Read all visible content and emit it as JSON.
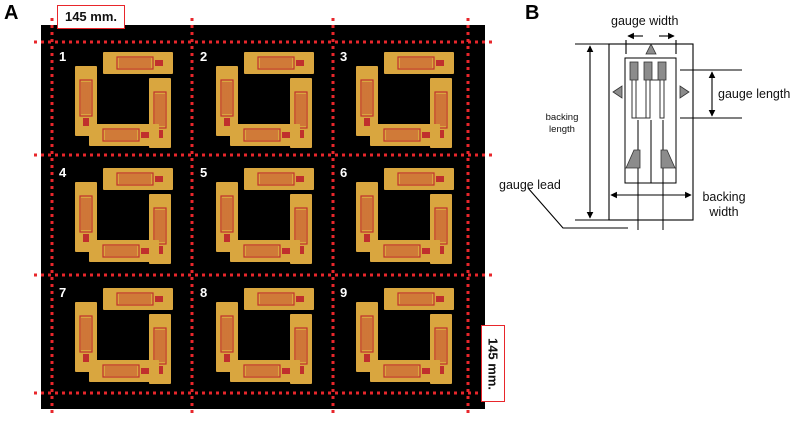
{
  "panel_a": {
    "letter": "A",
    "dimension_top": "145 mm.",
    "dimension_side": "145 mm."
  },
  "panel_b": {
    "letter": "B"
  },
  "cells": [
    "1",
    "2",
    "3",
    "4",
    "5",
    "6",
    "7",
    "8",
    "9"
  ],
  "labels": {
    "gauge_width": "gauge width",
    "gauge_length": "gauge length",
    "backing_length_1": "backing",
    "backing_length_2": "length",
    "gauge_lead": "gauge lead",
    "backing_width_1": "backing",
    "backing_width_2": "width"
  },
  "colors": {
    "board": "#000000",
    "gauge": "#d9a63f",
    "grid": "#c0302d",
    "cut_line": "#e8262b",
    "schematic_fill": "#8c8c8c"
  }
}
